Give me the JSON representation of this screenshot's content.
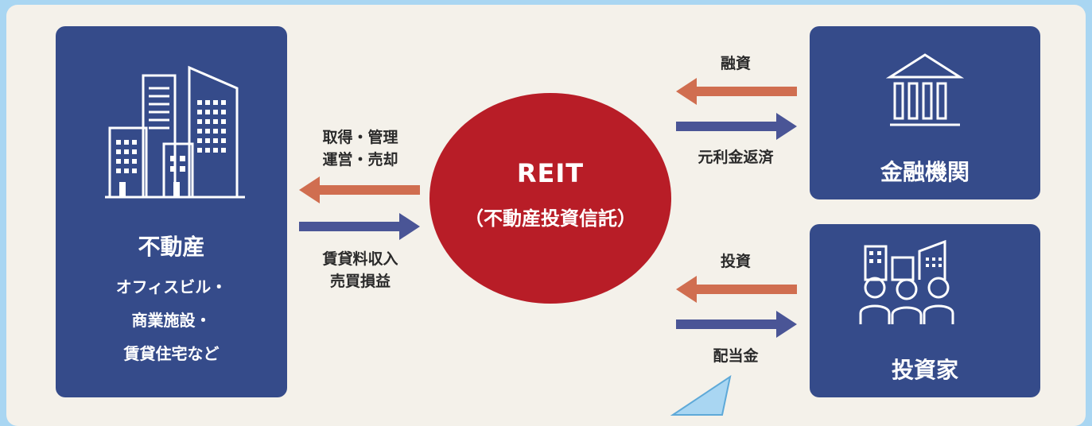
{
  "real_estate": {
    "title": "不動産",
    "sub1": "オフィスビル・",
    "sub2": "商業施設・",
    "sub3": "賃貸住宅など"
  },
  "reit": {
    "title": "REIT",
    "subtitle": "（不動産投資信託）"
  },
  "labels": {
    "acquire1": "取得・管理",
    "acquire2": "運営・売却",
    "rent1": "賃貸料収入",
    "rent2": "売買損益",
    "loan": "融資",
    "repay": "元利金返済",
    "invest": "投資",
    "dividend": "配当金"
  },
  "bank": {
    "title": "金融機関"
  },
  "investors": {
    "title": "投資家"
  },
  "colors": {
    "orange": "#d06e50",
    "blue": "#4a5596",
    "box": "#354b8a",
    "red": "#b81d27"
  }
}
